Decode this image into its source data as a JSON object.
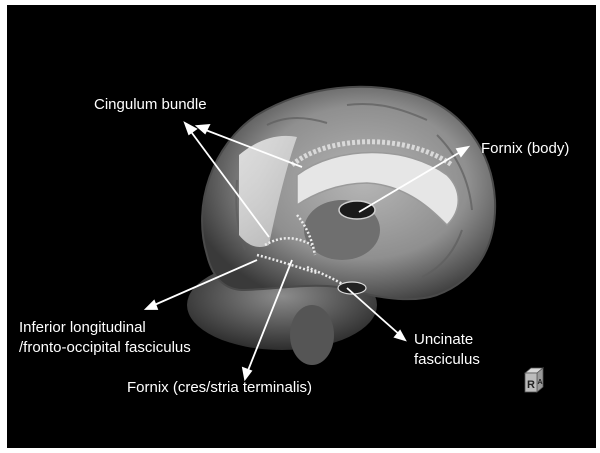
{
  "labels": {
    "cingulum_bundle": "Cingulum bundle",
    "fornix_body": "Fornix (body)",
    "inferior_line1": "Inferior longitudinal",
    "inferior_line2": "/fronto-occipital fasciculus",
    "uncinate_line1": "Uncinate",
    "uncinate_line2": "fasciculus",
    "fornix_cres": "Fornix (cres/stria terminalis)"
  },
  "orientation_cube": {
    "front": "R",
    "side": "A"
  },
  "colors": {
    "background": "#000000",
    "label_text": "#ffffff",
    "arrow": "#ffffff"
  }
}
